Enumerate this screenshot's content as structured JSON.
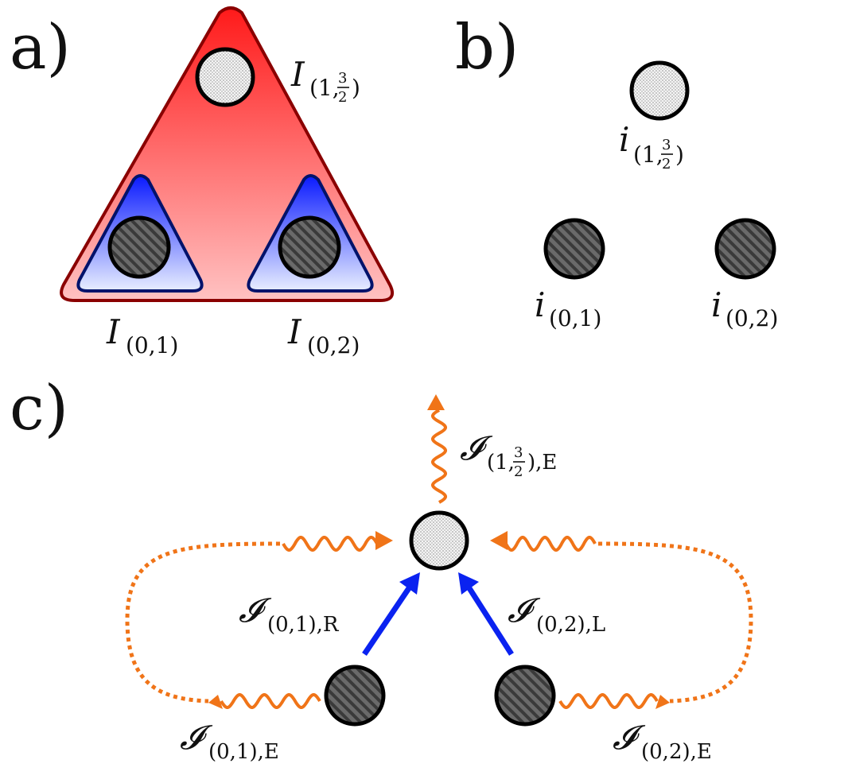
{
  "panels": {
    "a": {
      "label": "a)",
      "labels": {
        "top": {
          "sym": "I",
          "sub_open": "(1,",
          "frac_num": "3",
          "frac_den": "2",
          "sub_close": ")"
        },
        "left": {
          "sym": "I",
          "sub": "(0,1)"
        },
        "right": {
          "sym": "I",
          "sub": "(0,2)"
        }
      }
    },
    "b": {
      "label": "b)",
      "labels": {
        "top": {
          "sym": "i",
          "sub_open": "(1,",
          "frac_num": "3",
          "frac_den": "2",
          "sub_close": ")"
        },
        "left": {
          "sym": "i",
          "sub": "(0,1)"
        },
        "right": {
          "sym": "i",
          "sub": "(0,2)"
        }
      }
    },
    "c": {
      "label": "c)",
      "labels": {
        "top": {
          "sym": "𝓘",
          "sub_open": "(1,",
          "frac_num": "3",
          "frac_den": "2",
          "sub_close": "),E"
        },
        "left_r": {
          "sym": "𝓘",
          "sub": "(0,1),R"
        },
        "right_l": {
          "sym": "𝓘",
          "sub": "(0,2),L"
        },
        "left_e": {
          "sym": "𝓘",
          "sub": "(0,1),E"
        },
        "right_e": {
          "sym": "𝓘",
          "sub": "(0,2),E"
        }
      }
    }
  },
  "colors": {
    "red_top": "#ff1a1a",
    "red_bottom": "#ffc2c2",
    "red_edge": "#8a0000",
    "blue_top": "#0a1aff",
    "blue_bottom": "#e8eeff",
    "blue_edge": "#00126b",
    "orange": "#f07418",
    "blue_arrow": "#0a22f0"
  }
}
